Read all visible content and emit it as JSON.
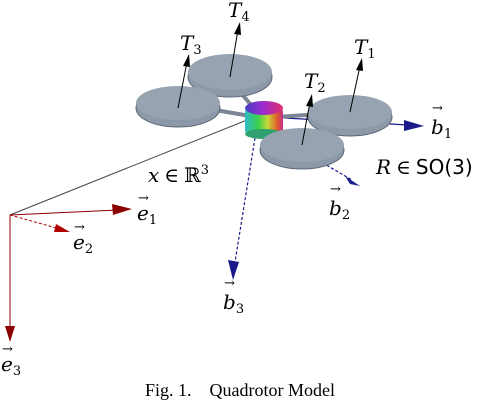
{
  "caption": {
    "label": "Fig. 1.",
    "title": "Quadrotor Model"
  },
  "labels": {
    "T1": {
      "main": "T",
      "sub": "1"
    },
    "T2": {
      "main": "T",
      "sub": "2"
    },
    "T3": {
      "main": "T",
      "sub": "3"
    },
    "T4": {
      "main": "T",
      "sub": "4"
    },
    "b1": {
      "main": "b",
      "sub": "1"
    },
    "b2": {
      "main": "b",
      "sub": "2"
    },
    "b3": {
      "main": "b",
      "sub": "3"
    },
    "e1": {
      "main": "e",
      "sub": "1"
    },
    "e2": {
      "main": "e",
      "sub": "2"
    },
    "e3": {
      "main": "e",
      "sub": "3"
    },
    "position": {
      "var": "x",
      "rel": "∈",
      "set": "ℝ",
      "exp": "3"
    },
    "attitude": {
      "var": "R",
      "rel": "∈",
      "set": "SO(3)"
    }
  },
  "colors": {
    "rotor": "#8c99a8",
    "rotor_edge": "#5d6876",
    "inertial_axis": "#8b0000",
    "body_axis": "#00008b",
    "arm": "#7a8694"
  }
}
